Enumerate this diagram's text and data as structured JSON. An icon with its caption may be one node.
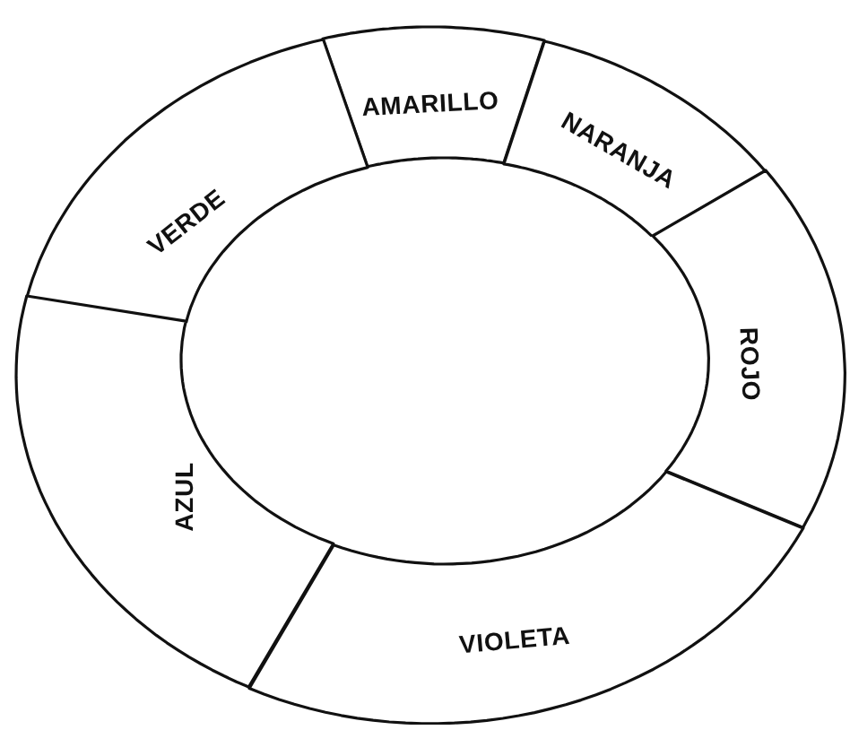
{
  "diagram": {
    "nodes": [
      {
        "text": [
          "AMARILLO"
        ]
      },
      {
        "text": [
          "NARANJA"
        ]
      },
      {
        "text": [
          "VERDE"
        ]
      },
      {
        "text": [
          "ROJO"
        ]
      },
      {
        "text": [
          "AZUL"
        ]
      },
      {
        "text": [
          "VIOLETA"
        ]
      }
    ]
  }
}
